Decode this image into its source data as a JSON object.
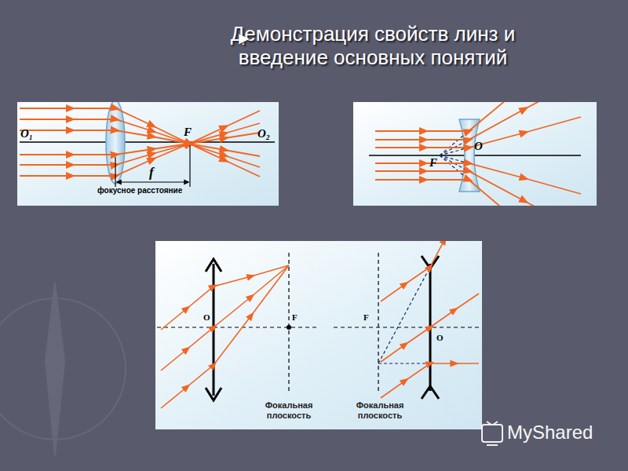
{
  "diagram": {
    "title": "Демонстрация свойств линз и введение основных понятий",
    "labels": [
      "►",
      "O₁",
      "F",
      "O₂",
      "f",
      "фокусное расстояние",
      "O",
      "F",
      "O",
      "F",
      "F",
      "O",
      "Фокальная плоскость",
      "Фокальная плоскость",
      "MyShared"
    ]
  }
}
